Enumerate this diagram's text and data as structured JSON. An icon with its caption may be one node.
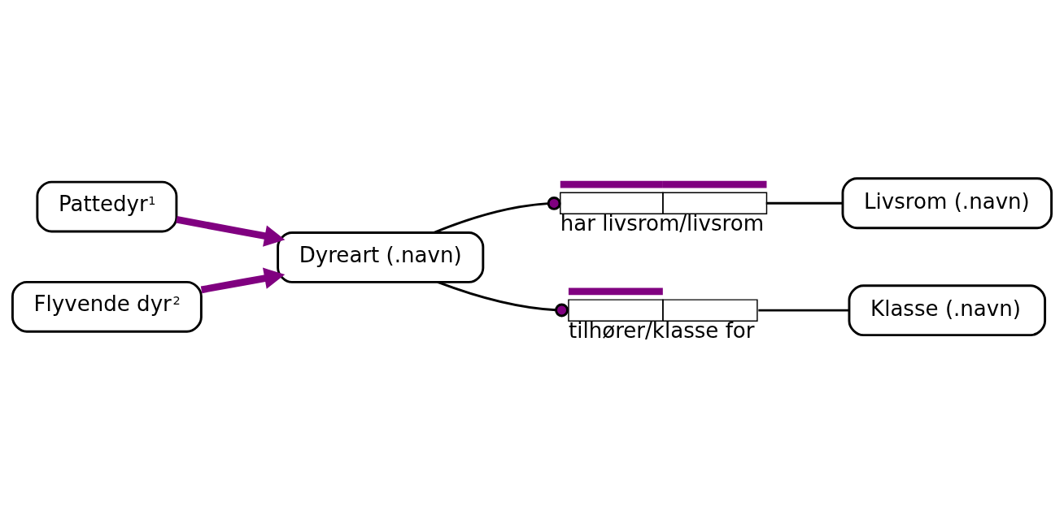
{
  "diagram": {
    "nodes": [
      {
        "text": [
          "Dyreart (.navn)"
        ]
      },
      {
        "text": [],
        "shape": "box",
        "beside": [
          "har livsrom/livsrom"
        ]
      },
      {
        "text": [
          "Livsrom (.navn)"
        ]
      },
      {
        "text": [],
        "shape": "box",
        "beside": [
          "tilhører/klasse for"
        ]
      },
      {
        "text": [
          "Klasse (.navn)"
        ]
      },
      {
        "text": [
          "Pattedyr$^{1}$"
        ]
      },
      {
        "text": [
          "Flyvende dyr$^{2}$"
        ]
      }
    ],
    "edges": [
      {
        "from": 0,
        "to": 1,
        "arrow": "other"
      },
      {
        "from": 1,
        "to": 2,
        "arrow": "none"
      },
      {
        "from": 0,
        "to": 3,
        "arrow": "other"
      },
      {
        "from": 3,
        "to": 4,
        "arrow": "none"
      },
      {
        "from": 5,
        "to": 0,
        "arrow": "to",
        "style": "thick",
        "color": "#800080"
      },
      {
        "from": 6,
        "to": 0,
        "arrow": "to",
        "style": "thick",
        "color": "#800080"
      }
    ]
  }
}
